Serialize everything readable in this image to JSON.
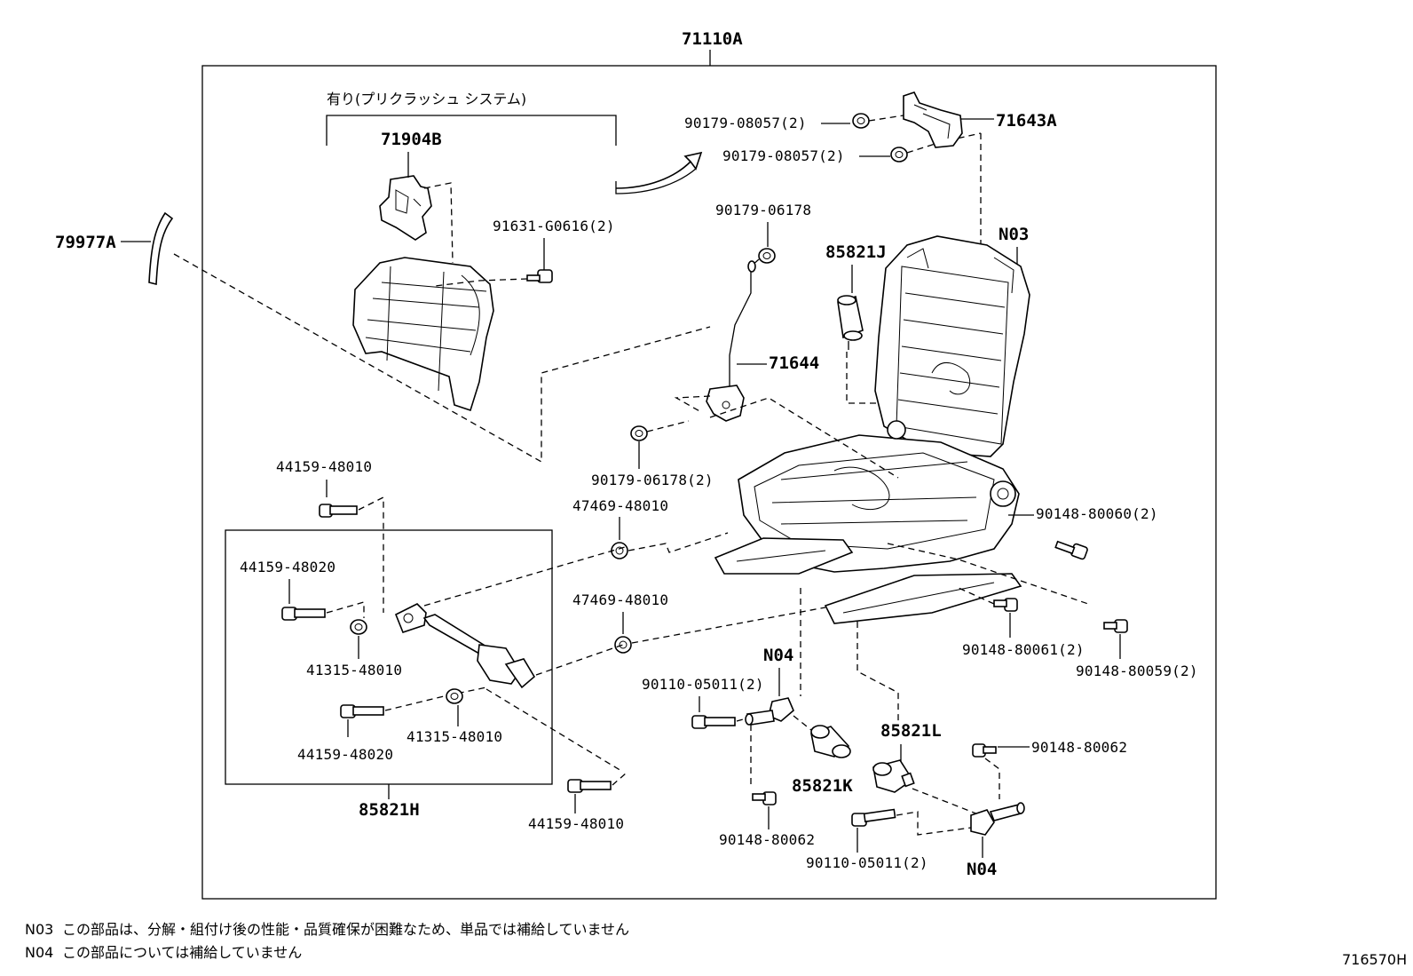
{
  "diagram": {
    "assembly_label": "71110A",
    "option_label": "有り(プリクラッシュ システム)",
    "drawing_number": "716570H",
    "parts": {
      "p71904B": "71904B",
      "p79977A": "79977A",
      "p91631": "91631-G0616(2)",
      "p90179_08057a": "90179-08057(2)",
      "p90179_08057b": "90179-08057(2)",
      "p71643A": "71643A",
      "p90179_06178": "90179-06178",
      "p85821J": "85821J",
      "pN03": "N03",
      "p71644": "71644",
      "p90179_06178_2": "90179-06178(2)",
      "p44159_48010a": "44159-48010",
      "p47469a": "47469-48010",
      "p90148_80060": "90148-80060(2)",
      "p44159_48020a": "44159-48020",
      "p47469b": "47469-48010",
      "p90148_80061": "90148-80061(2)",
      "p90148_80059": "90148-80059(2)",
      "p41315a": "41315-48010",
      "pN04a": "N04",
      "p90110a": "90110-05011(2)",
      "p44159_48020b": "44159-48020",
      "p41315b": "41315-48010",
      "p85821L": "85821L",
      "p90148_80062a": "90148-80062",
      "p85821K": "85821K",
      "p85821H": "85821H",
      "p44159_48010b": "44159-48010",
      "p90148_80062b": "90148-80062",
      "p90110b": "90110-05011(2)",
      "pN04b": "N04"
    },
    "notes": [
      {
        "code": "N03",
        "text": "この部品は、分解・組付け後の性能・品質確保が困難なため、単品では補給していません"
      },
      {
        "code": "N04",
        "text": "この部品については補給していません"
      }
    ]
  }
}
